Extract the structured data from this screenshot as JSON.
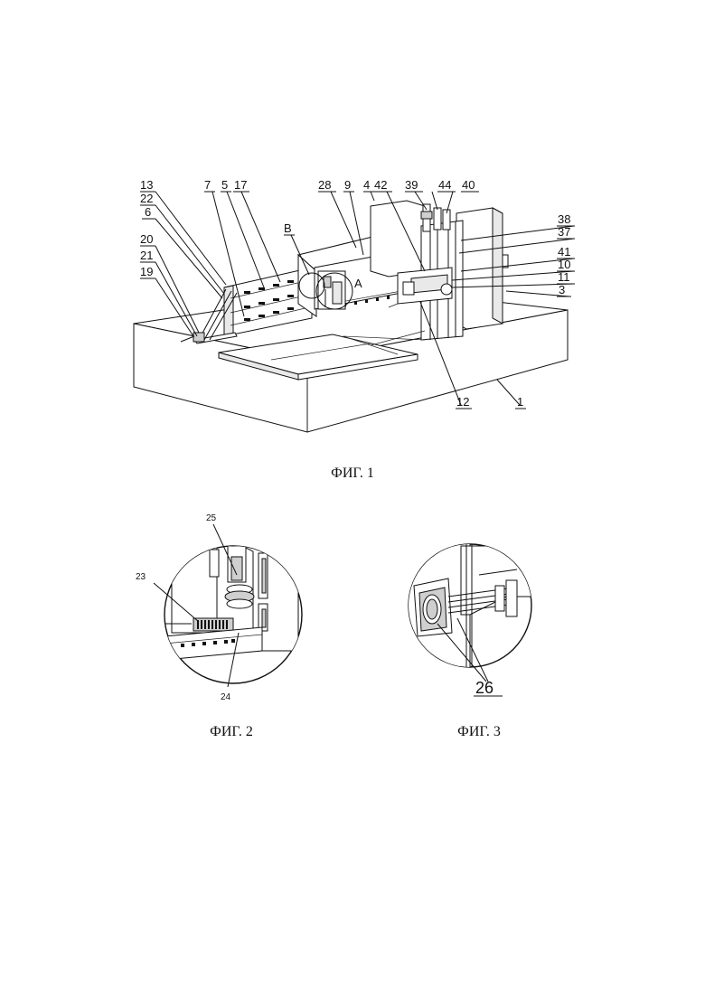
{
  "figures": [
    {
      "id": "fig1",
      "caption": "ФИГ. 1",
      "labels": [
        "13",
        "22",
        "6",
        "20",
        "21",
        "19",
        "7",
        "5",
        "17",
        "28",
        "9",
        "4",
        "42",
        "39",
        "44",
        "40",
        "38",
        "37",
        "41",
        "10",
        "11",
        "3",
        "B",
        "A",
        "12",
        "1"
      ]
    },
    {
      "id": "fig2",
      "caption": "ФИГ. 2",
      "labels": [
        "25",
        "23",
        "24"
      ]
    },
    {
      "id": "fig3",
      "caption": "ФИГ. 3",
      "labels": [
        "26"
      ]
    }
  ]
}
